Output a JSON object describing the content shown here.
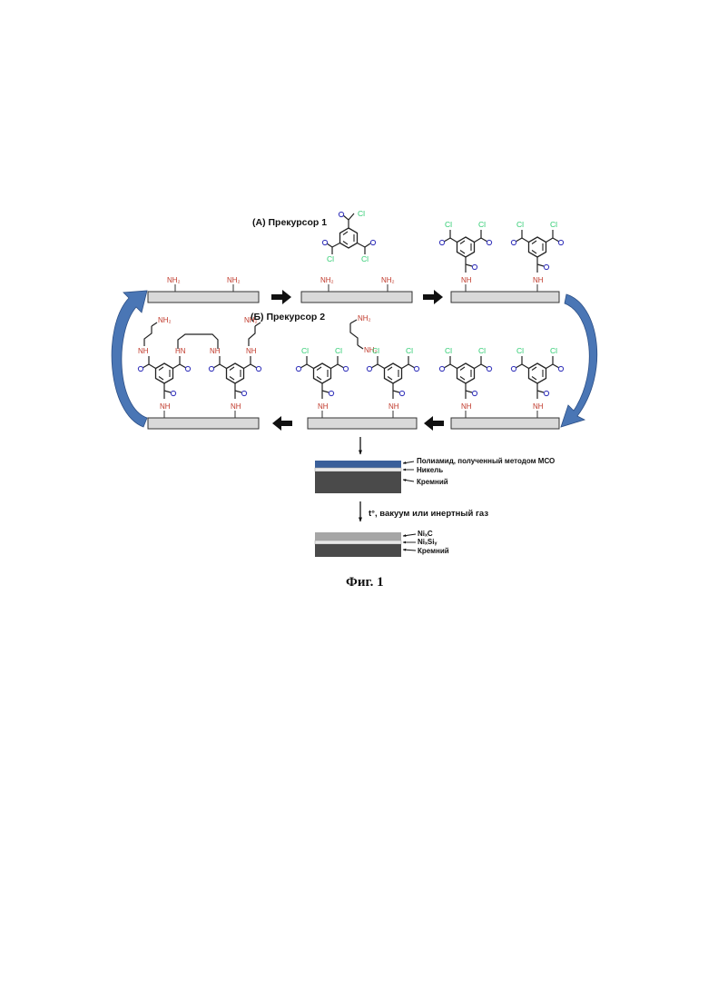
{
  "diagram": {
    "precursor_a_label": "(А) Прекурсор 1",
    "precursor_b_label": "(Б) Прекурсор 2",
    "atoms": {
      "nh2": "NH₂",
      "nh": "NH",
      "hn": "HN",
      "cl": "Cl"
    },
    "layers_before": {
      "polyamide": "Полиамид, полученный методом МСО",
      "nickel": "Никель",
      "silicon": "Кремний"
    },
    "process_label": "t°, вакуум или инертный газ",
    "layers_after": {
      "ni_c": "NiₓC",
      "ni_si": "NiₓSiᵧ",
      "silicon": "Кремний"
    },
    "caption": "Фиг. 1",
    "colors": {
      "substrate": "#d9d9d9",
      "polyamide_layer": "#3a5f9a",
      "nickel_layer": "#e8e8e8",
      "silicon_layer": "#4a4a4a",
      "curved_arrow": "#4a76b5",
      "nitrogen": "#c0392b",
      "chlorine": "#2ecc71",
      "oxygen": "#3b3bbd"
    }
  }
}
